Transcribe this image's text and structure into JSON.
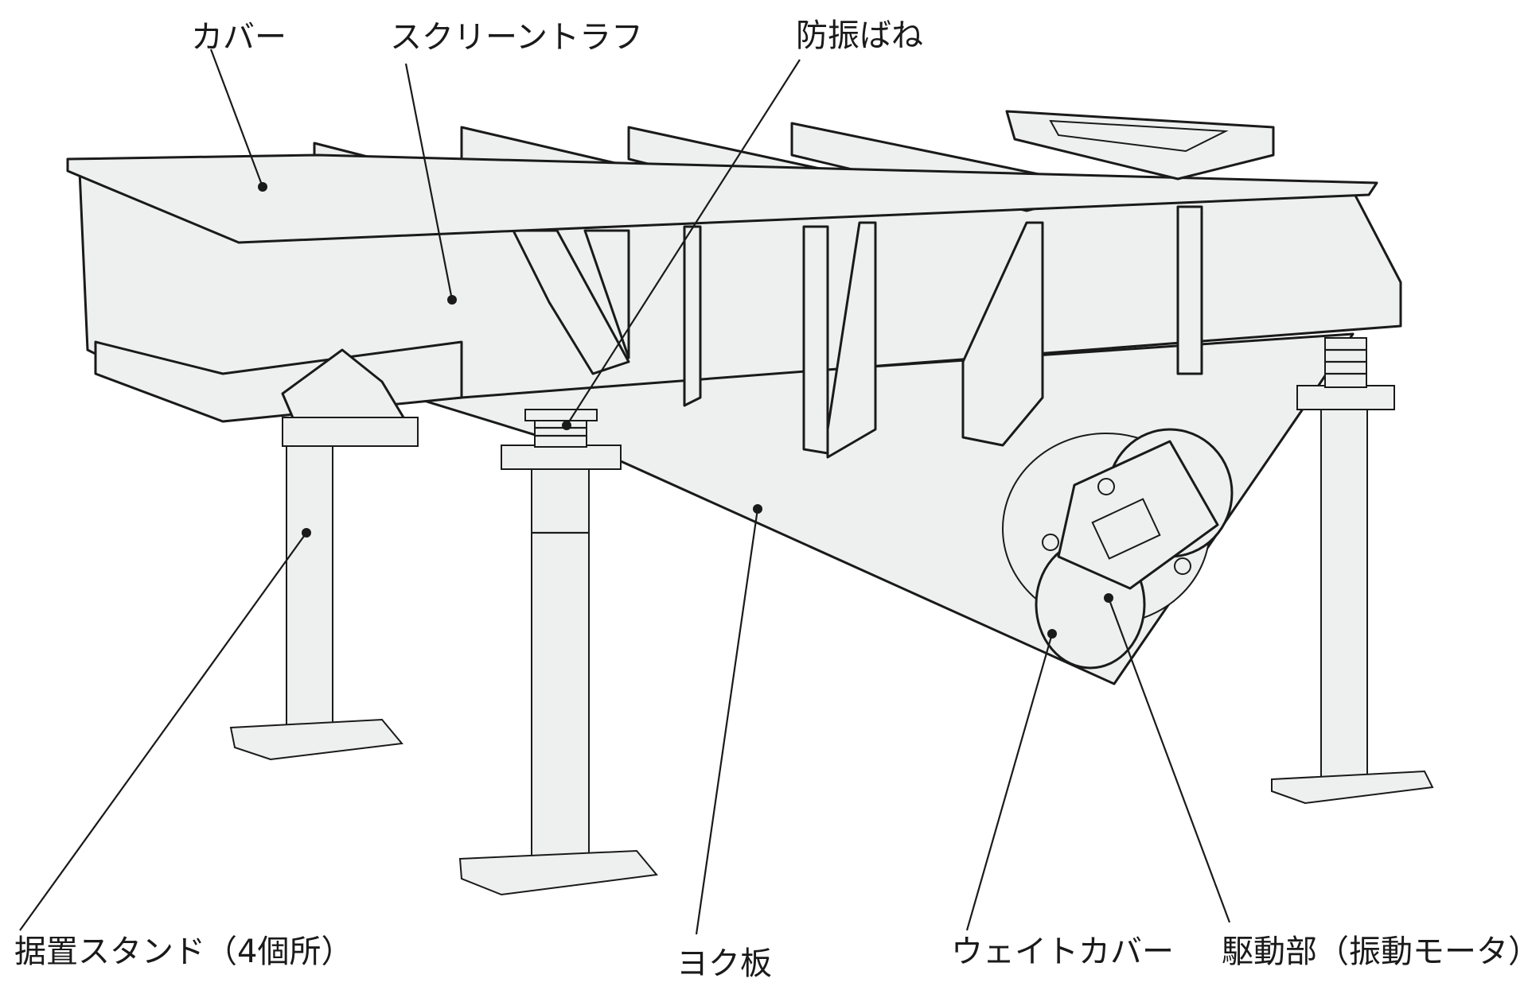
{
  "labels": {
    "cover": "カバー",
    "screen_trough": "スクリーントラフ",
    "vibration_spring": "防振ばね",
    "stand": "据置スタンド（4個所）",
    "yoke_plate": "ヨク板",
    "weight_cover": "ウェイトカバー",
    "drive_unit": "駆動部（振動モータ）"
  }
}
